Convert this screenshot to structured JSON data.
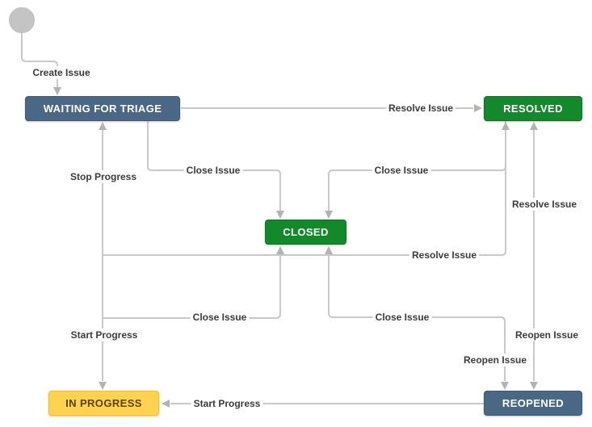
{
  "diagram": {
    "type": "workflow",
    "background": "#ffffff",
    "colors": {
      "status_blue": "#4a6785",
      "status_green": "#14892c",
      "status_yellow": "#ffd351",
      "status_yellow_text": "#594300",
      "status_text": "#ffffff",
      "line": "#c9c9c9",
      "arrowhead": "#b3b3b3",
      "start_node": "#c4c4c4",
      "label_text": "#3b3b3b"
    },
    "nodes": [
      {
        "id": "start",
        "label": "",
        "shape": "circle"
      },
      {
        "id": "waiting-for-triage",
        "label": "WAITING FOR TRIAGE",
        "color": "#4a6785"
      },
      {
        "id": "resolved",
        "label": "RESOLVED",
        "color": "#14892c"
      },
      {
        "id": "closed",
        "label": "CLOSED",
        "color": "#14892c"
      },
      {
        "id": "in-progress",
        "label": "IN PROGRESS",
        "color": "#ffd351"
      },
      {
        "id": "reopened",
        "label": "REOPENED",
        "color": "#4a6785"
      }
    ],
    "edges": [
      {
        "from": "start",
        "to": "waiting-for-triage",
        "label": "Create Issue"
      },
      {
        "from": "waiting-for-triage",
        "to": "resolved",
        "label": "Resolve Issue"
      },
      {
        "from": "in-progress",
        "to": "waiting-for-triage",
        "label": "Stop Progress"
      },
      {
        "from": "waiting-for-triage",
        "to": "closed",
        "label": "Close Issue"
      },
      {
        "from": "resolved",
        "to": "closed",
        "label": "Close Issue"
      },
      {
        "from": "in-progress",
        "to": "resolved",
        "label": "Resolve Issue"
      },
      {
        "from": "reopened",
        "to": "resolved",
        "label": "Resolve Issue"
      },
      {
        "from": "in-progress",
        "to": "closed",
        "label": "Close Issue"
      },
      {
        "from": "reopened",
        "to": "closed",
        "label": "Close Issue"
      },
      {
        "from": "resolved",
        "to": "reopened",
        "label": "Reopen Issue"
      },
      {
        "from": "closed",
        "to": "reopened",
        "label": "Reopen Issue"
      },
      {
        "from": "reopened",
        "to": "in-progress",
        "label": "Start Progress"
      },
      {
        "from": "waiting-for-triage",
        "to": "in-progress",
        "label": "Start Progress"
      }
    ]
  }
}
